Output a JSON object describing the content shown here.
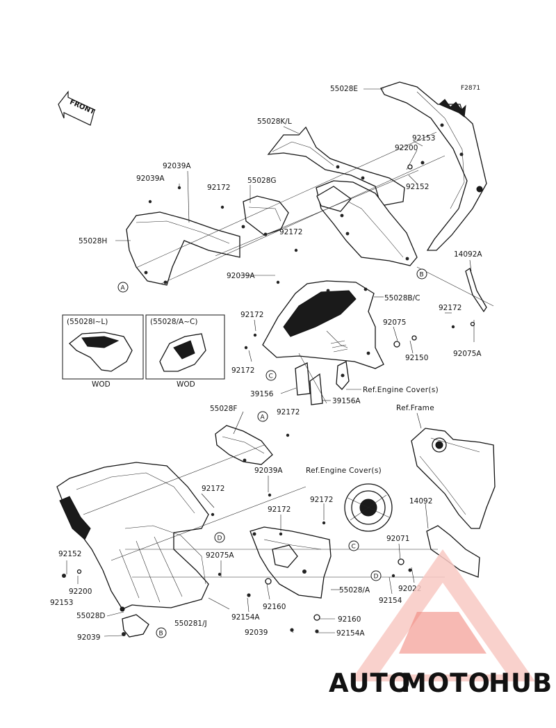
{
  "figure_id": "F2871",
  "front_label": "FRONT",
  "wod_boxes": [
    {
      "title": "(55028I~L)",
      "caption": "WOD"
    },
    {
      "title": "(55028/A~C)",
      "caption": "WOD"
    }
  ],
  "part_labels": {
    "p55028E": "55028E",
    "p55028KL": "55028K/L",
    "p92153_top": "92153",
    "p92200_top": "92200",
    "p92152_top": "92152",
    "p92039A_1": "92039A",
    "p92039A_2": "92039A",
    "p92172_1": "92172",
    "p55028G": "55028G",
    "p55028H": "55028H",
    "p92172_2": "92172",
    "p92039A_3": "92039A",
    "p14092A": "14092A",
    "p55028BC": "55028B/C",
    "p92172_3": "92172",
    "p92172_4": "92172",
    "p92075": "92075",
    "p92075A_r": "92075A",
    "p92150": "92150",
    "p92172_5": "92172",
    "p39156": "39156",
    "p39156A": "39156A",
    "p55028F": "55028F",
    "p92172_6": "92172",
    "p92039A_4": "92039A",
    "p92172_7": "92172",
    "p92172_8": "92172",
    "p92172_9": "92172",
    "p14092": "14092",
    "p92071": "92071",
    "p92152_l": "92152",
    "p92075A_l": "92075A",
    "p92200_l": "92200",
    "p92153_l": "92153",
    "p55028D": "55028D",
    "p550281J": "550281/J",
    "p92039": "92039",
    "p92160_1": "92160",
    "p92154A_1": "92154A",
    "p55028A": "55028/A",
    "p92154": "92154",
    "p92022": "92022",
    "p92039_b": "92039",
    "p92160_2": "92160",
    "p92154A_2": "92154A"
  },
  "references": {
    "engine_cover_1": "Ref.Engine Cover(s)",
    "engine_cover_2": "Ref.Engine Cover(s)",
    "frame": "Ref.Frame"
  },
  "callouts": {
    "A1": "A",
    "A2": "A",
    "B1": "B",
    "B2": "B",
    "C1": "C",
    "C2": "C",
    "D1": "D",
    "D2": "D"
  },
  "watermark": {
    "part1": "AUTO",
    "part2": "MOTO",
    "part3": "HUB"
  },
  "colors": {
    "watermark_orange": "#f7a23a",
    "watermark_red": "#ee3524",
    "watermark_gray": "#6d6e70",
    "ink": "#111111"
  }
}
